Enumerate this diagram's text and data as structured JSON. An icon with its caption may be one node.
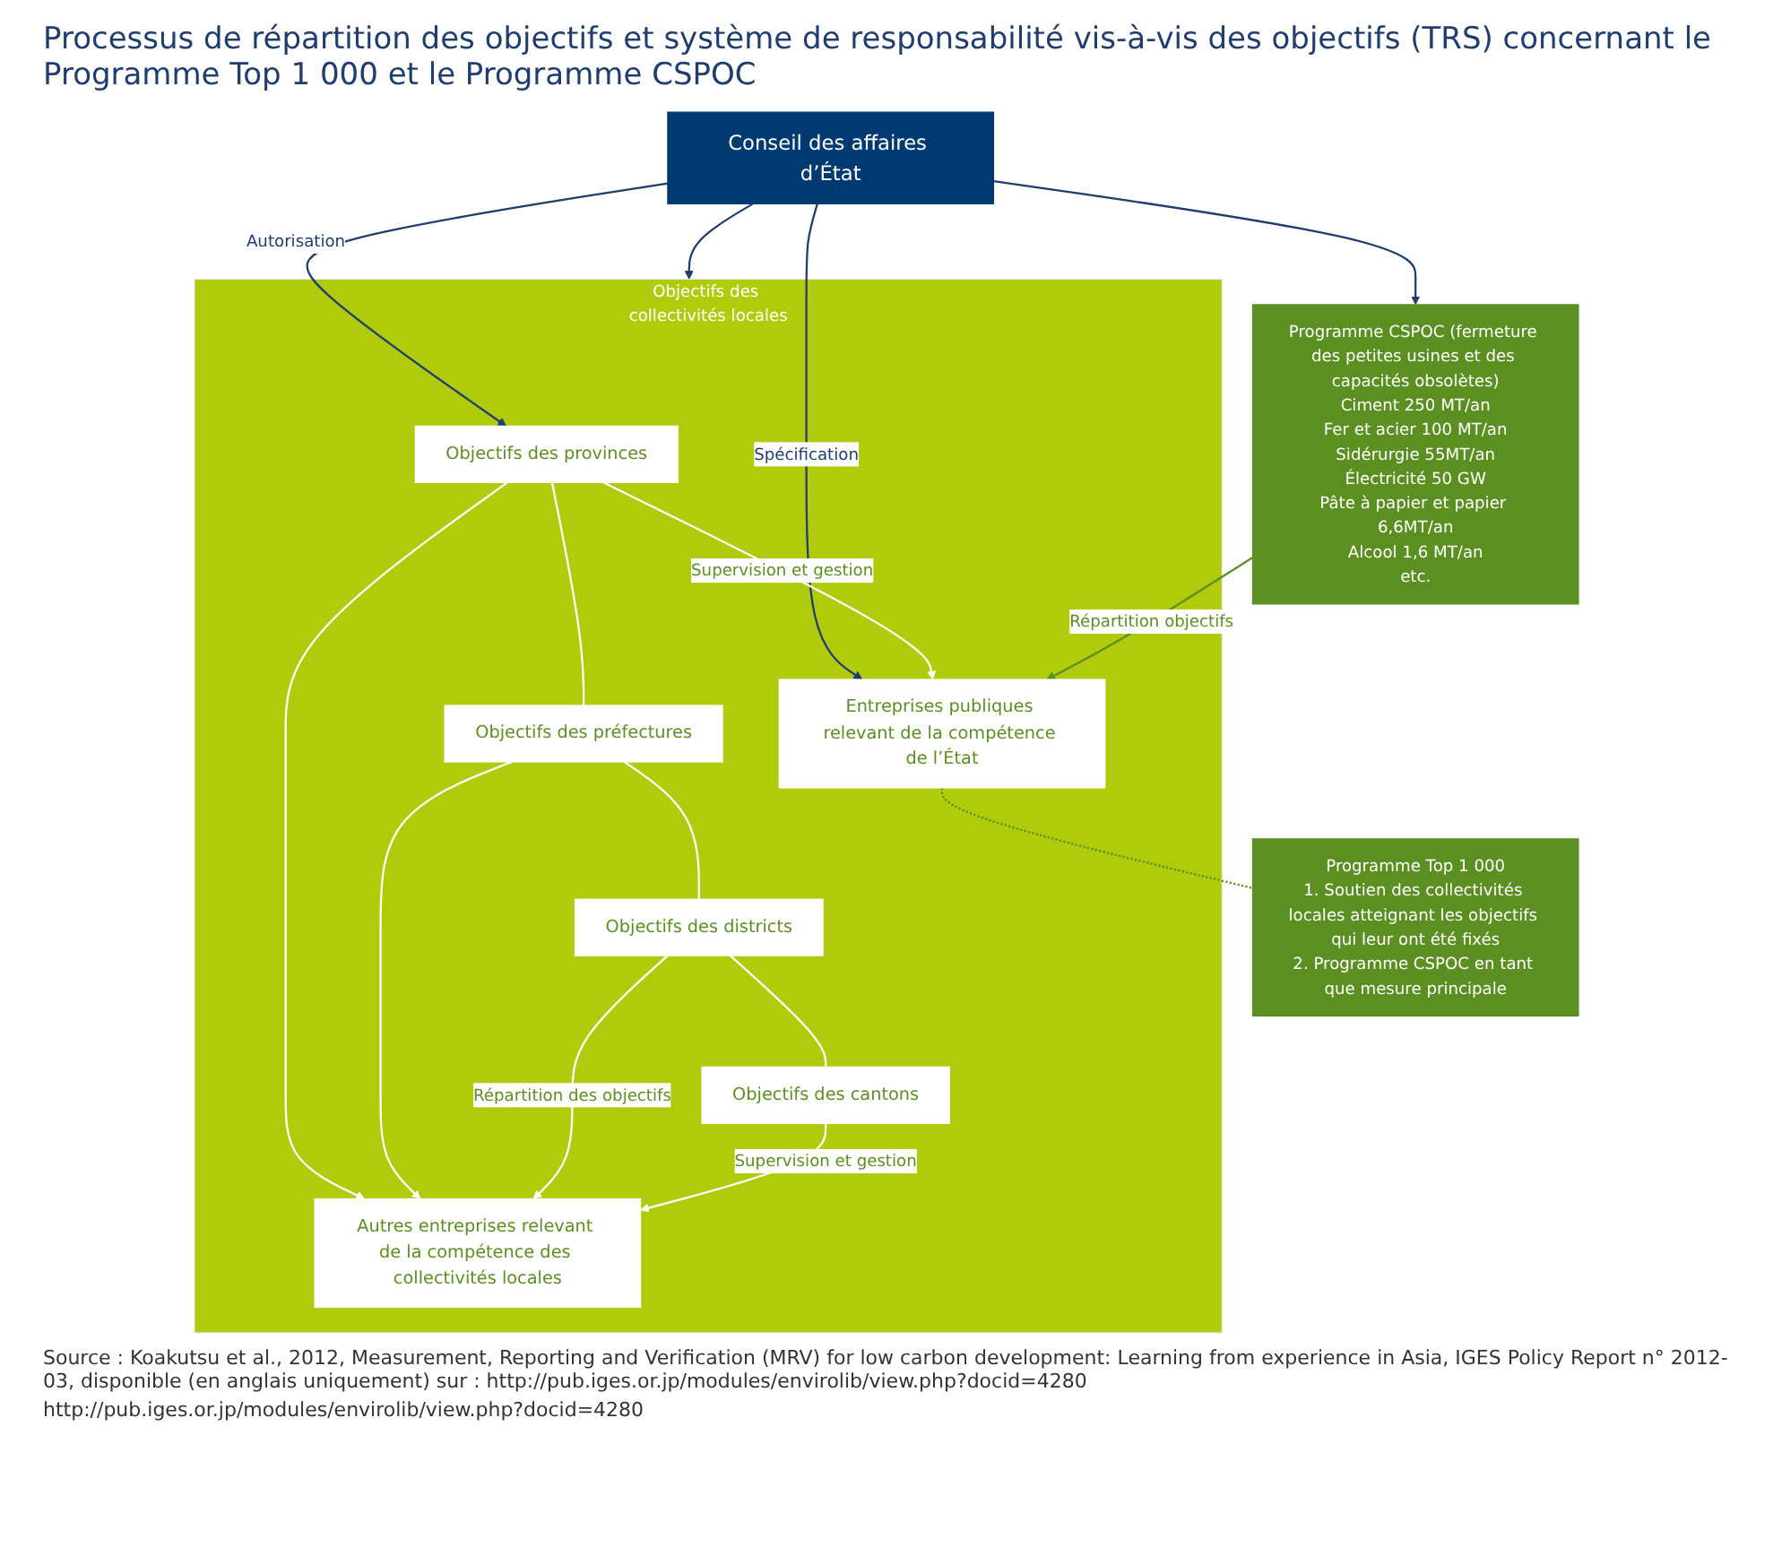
{
  "diagram": {
    "title": "Processus de répartition des objectifs et système de responsabilité vis-à-vis des objectifs (TRS) concernant le Programme Top 1 000 et le Programme CSPOC",
    "caption": "Source : Koakutsu et al., 2012, Measurement, Reporting and Verification (MRV) for low carbon development: Learning from experience in Asia, IGES Policy Report n° 2012-03, disponible (en anglais uniquement) sur : http://pub.iges.or.jp/modules/envirolib/view.php?docid=4280",
    "nodes": [
      {
        "text": [
          "Conseil des affaires d’État"
        ]
      },
      {
        "text": [
          "Objectifs des collectivités locales"
        ]
      },
      {
        "text": [
          "Objectifs des provinces"
        ],
        "in": 1
      },
      {
        "text": [
          "Entreprises publiques relevant de la compétence de l’État"
        ],
        "in": 1
      },
      {
        "text": [
          "Objectifs des préfectures"
        ],
        "in": 1
      },
      {
        "text": [
          "Objectifs des districts"
        ],
        "in": 1
      },
      {
        "text": [
          "Autres entreprises relevant de la compétence des collectivités locales"
        ],
        "in": 1
      },
      {
        "text": [
          "Objectifs des cantons"
        ],
        "in": 1
      },
      {
        "text": [
          "Programme CSPOC (fermeture des petites usines et des capacités obsolètes)",
          "Ciment 250 MT/an",
          "Fer et acier 100 MT/an",
          "Sidérurgie 55MT/an",
          "Électricité 50 GW",
          "Pâte à papier et papier 6,6MT/an",
          "Alcool 1,6 MT/an",
          "etc."
        ]
      },
      {
        "text": [
          "Programme Top 1 000",
          "1. Soutien des collectivités locales atteignant les objectifs qui leur ont été fixés",
          "2. Programme CSPOC en tant que mesure principale"
        ]
      }
    ],
    "edges": [
      {
        "from": 0,
        "to": 2,
        "arrow": "to",
        "label": "Autorisation",
        "color": "#1f3d6e"
      },
      {
        "from": 0,
        "to": 1,
        "arrow": "to",
        "color": "#1f3d6e"
      },
      {
        "from": 0,
        "to": 3,
        "arrow": "to",
        "label": "Spécification",
        "color": "#1f3d6e"
      },
      {
        "from": 0,
        "to": 8,
        "arrow": "to",
        "color": "#1f3d6e"
      },
      {
        "from": 2,
        "to": 3,
        "arrow": "to",
        "label": "Supervision et gestion"
      },
      {
        "from": 2,
        "to": 4,
        "arrow": "none"
      },
      {
        "from": 4,
        "to": 5,
        "arrow": "none"
      },
      {
        "from": 5,
        "to": 7,
        "arrow": "none"
      },
      {
        "from": 2,
        "to": 6,
        "arrow": "to"
      },
      {
        "from": 4,
        "to": 6,
        "arrow": "to"
      },
      {
        "from": 5,
        "to": 6,
        "arrow": "to",
        "label": "Répartition des objectifs"
      },
      {
        "from": 7,
        "to": 6,
        "arrow": "to",
        "label": "Supervision et gestion"
      },
      {
        "from": 8,
        "to": 3,
        "arrow": "to",
        "label": "Répartition objectifs",
        "color": "#5c8f22"
      },
      {
        "from": 3,
        "to": 9,
        "arrow": "none",
        "style": "dashed",
        "color": "#5c8f22"
      }
    ],
    "labels": [
      "http://pub.iges.or.jp/modules/envirolib/view.php?docid=4280"
    ]
  }
}
